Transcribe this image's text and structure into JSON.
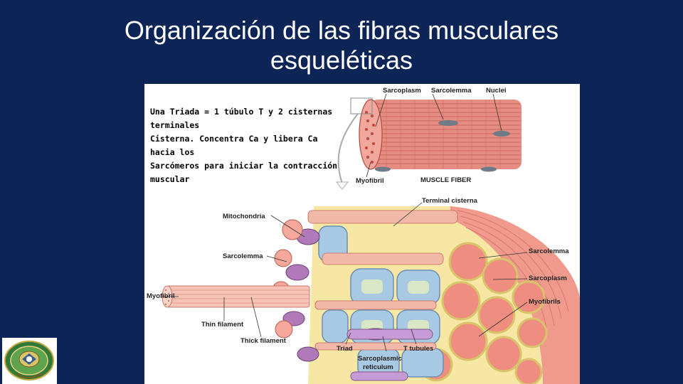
{
  "slide": {
    "title_line1": "Organización de las fibras musculares",
    "title_line2": "esqueléticas"
  },
  "note": {
    "line1": "Una Triada = 1 túbulo T y 2 cisternas",
    "line2": "terminales",
    "line3": "Cisterna. Concentra Ca  y libera Ca",
    "line4": "hacia los",
    "line5": "Sarcómeros para iniciar la contracción",
    "line6": "muscular"
  },
  "labels": {
    "sarcoplasm_top": "Sarcoplasm",
    "sarcolemma_top": "Sarcolemma",
    "nuclei": "Nuclei",
    "myofibril_top": "Myofibril",
    "muscle_fiber": "MUSCLE FIBER",
    "terminal_cisterna": "Terminal cisterna",
    "mitochondria": "Mitochondria",
    "sarcolemma_left": "Sarcolemma",
    "sarcolemma_right": "Sarcolemma",
    "sarcoplasm_right": "Sarcoplasm",
    "myofibril_left": "Myofibril",
    "myofibrils_right": "Myofibrils",
    "thin_filament": "Thin filament",
    "thick_filament": "Thick filament",
    "triad": "Triad",
    "t_tubules": "T tubules",
    "sarcoplasmic_1": "Sarcoplasmic",
    "sarcoplasmic_2": "reticulum"
  },
  "colors": {
    "background": "#0d2456",
    "muscle": "#e8857a",
    "tubule_blue": "#9fc4e0",
    "sarcoplasm_yellow": "#f4e27a"
  }
}
